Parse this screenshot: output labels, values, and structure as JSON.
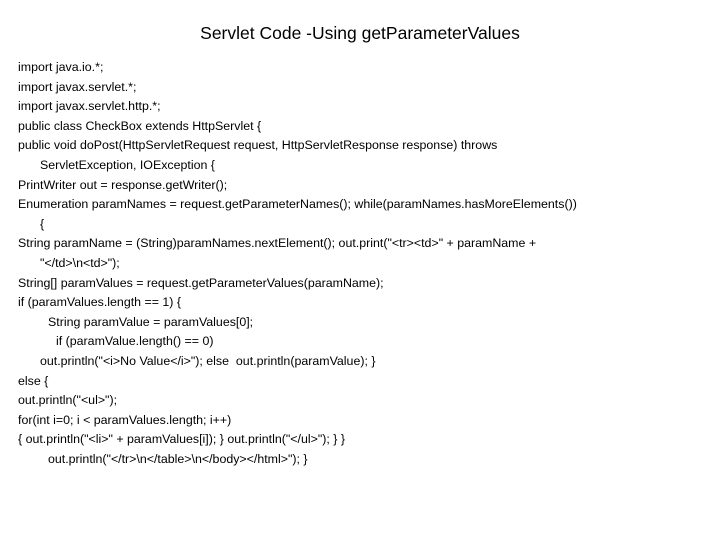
{
  "slide": {
    "title": "Servlet Code -Using getParameterValues",
    "background_color": "#ffffff",
    "text_color": "#000000"
  },
  "code": {
    "language": "java",
    "lines": [
      {
        "indent": 0,
        "text": "import java.io.*;"
      },
      {
        "indent": 0,
        "text": "import javax.servlet.*;"
      },
      {
        "indent": 0,
        "text": "import javax.servlet.http.*;"
      },
      {
        "indent": 0,
        "text": "public class CheckBox extends HttpServlet {"
      },
      {
        "indent": 0,
        "text": "public void doPost(HttpServletRequest request, HttpServletResponse response) throws"
      },
      {
        "indent": 2,
        "text": "ServletException, IOException {"
      },
      {
        "indent": 0,
        "text": "PrintWriter out = response.getWriter();"
      },
      {
        "indent": 0,
        "text": "Enumeration paramNames = request.getParameterNames(); while(paramNames.hasMoreElements())"
      },
      {
        "indent": 2,
        "text": "{"
      },
      {
        "indent": 0,
        "text": "String paramName = (String)paramNames.nextElement(); out.print(\"<tr><td>\" + paramName +"
      },
      {
        "indent": 2,
        "text": "\"</td>\\n<td>\");"
      },
      {
        "indent": 0,
        "text": "String[] paramValues = request.getParameterValues(paramName);"
      },
      {
        "indent": 0,
        "text": "if (paramValues.length == 1) {"
      },
      {
        "indent": 3,
        "text": "String paramValue = paramValues[0];"
      },
      {
        "indent": 4,
        "text": "if (paramValue.length() == 0)"
      },
      {
        "indent": 2,
        "text": "out.println(\"<i>No Value</i>\"); else  out.println(paramValue); }"
      },
      {
        "indent": 0,
        "text": "else {"
      },
      {
        "indent": 0,
        "text": "out.println(\"<ul>\");"
      },
      {
        "indent": 0,
        "text": "for(int i=0; i < paramValues.length; i++)"
      },
      {
        "indent": 0,
        "text": "{ out.println(\"<li>\" + paramValues[i]); } out.println(\"</ul>\"); } }"
      },
      {
        "indent": 3,
        "text": "out.println(\"</tr>\\n</table>\\n</body></html>\"); }"
      }
    ]
  }
}
